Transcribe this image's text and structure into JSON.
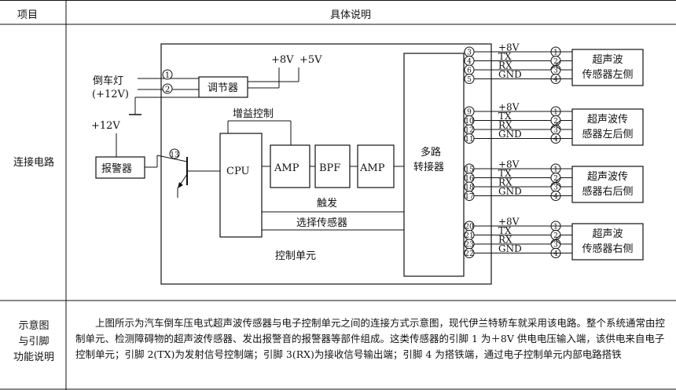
{
  "table": {
    "header": {
      "col1": "项目",
      "col2": "具体说明"
    },
    "row1_label": "连接电路",
    "row2_label": [
      "示意图",
      "与引脚",
      "功能说明"
    ],
    "description": "上图所示为汽车倒车压电式超声波传感器与电子控制单元之间的连接方式示意图，现代伊兰特轿车就采用该电路。整个系统通常由控制单元、检测障碍物的超声波传感器、发出报警音的报警器等部件组成。这类传感器的引脚 1 为＋8V 供电电压输入端，该供电来自电子控制单元；引脚 2(TX)为发射信号控制端；引脚 3(RX)为接收信号输出端；引脚 4 为搭铁端，通过电子控制单元内部电路搭铁"
  },
  "diagram": {
    "reverse_lamp": [
      "倒车灯",
      "(+12V)"
    ],
    "pins_left": [
      "1",
      "2"
    ],
    "regulator": "调节器",
    "supply_8v": "+8V",
    "supply_5v": "+5V",
    "gain_control": "增益控制",
    "supply_12v": "+12V",
    "alarm": "报警器",
    "transistor_pin": "13",
    "cpu": "CPU",
    "amp1": "AMP",
    "bpf": "BPF",
    "amp2": "AMP",
    "mux": [
      "多路",
      "转接器"
    ],
    "trigger": "触发",
    "select_sensor": "选择传感器",
    "control_unit": "控制单元",
    "signal_labels": [
      "+8V",
      "TX",
      "RX",
      "GND"
    ],
    "sensor_pins": [
      "1",
      "3",
      "2",
      "4"
    ],
    "sensors": [
      {
        "name": [
          "超声波",
          "传感器左侧"
        ],
        "pins": [
          "3",
          "4",
          "6",
          "5"
        ]
      },
      {
        "name": [
          "超声波传",
          "感器左后侧"
        ],
        "pins": [
          "9",
          "10",
          "12",
          "11"
        ]
      },
      {
        "name": [
          "超声波传",
          "感器右后侧"
        ],
        "pins": [
          "15",
          "16",
          "18",
          "17"
        ]
      },
      {
        "name": [
          "超声波",
          "传感器右侧"
        ],
        "pins": [
          "20",
          "21",
          "23",
          "22"
        ]
      }
    ]
  }
}
